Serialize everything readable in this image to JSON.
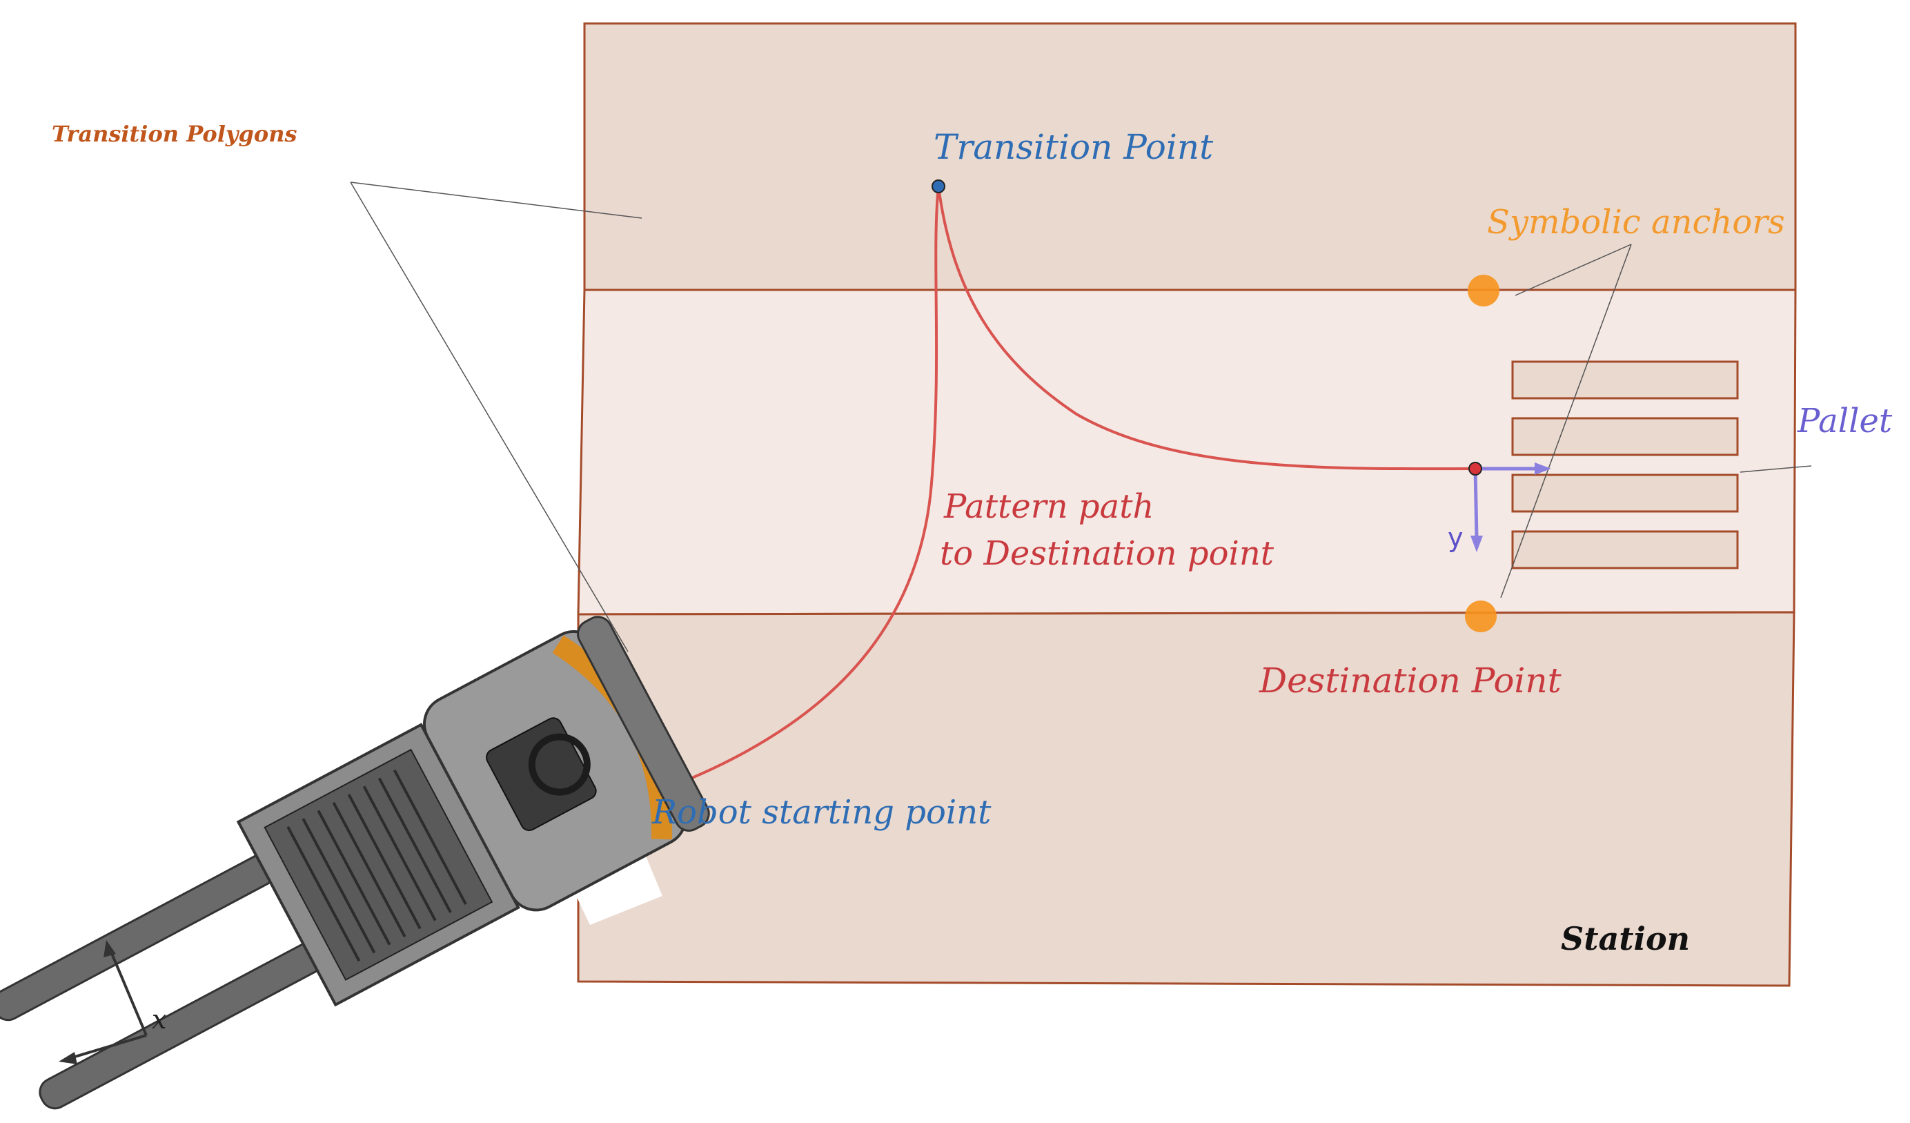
{
  "labels": {
    "transition_polygons": "Transition Polygons",
    "transition_point": "Transition Point",
    "symbolic_anchors": "Symbolic anchors",
    "pallet": "Pallet",
    "pattern_path_line1": "Pattern path",
    "pattern_path_line2": "to Destination point",
    "destination_point": "Destination Point",
    "robot_starting_point": "Robot starting point",
    "station": "Station",
    "axis_x": "x",
    "axis_y": "y"
  },
  "colors": {
    "region_fill": "#ead9cf",
    "corridor_fill": "#f4e9e5",
    "region_stroke": "#a44b2a",
    "path": "#d9534f",
    "anchor": "#f7941d",
    "blue_label": "#2e6db4",
    "orange_label": "#f39a2e",
    "red_label": "#c93a3f",
    "brown_label": "#c0561b",
    "pallet_label": "#6a5fd0",
    "frame_axis": "#8b80e0"
  },
  "pallet_slots": 4
}
